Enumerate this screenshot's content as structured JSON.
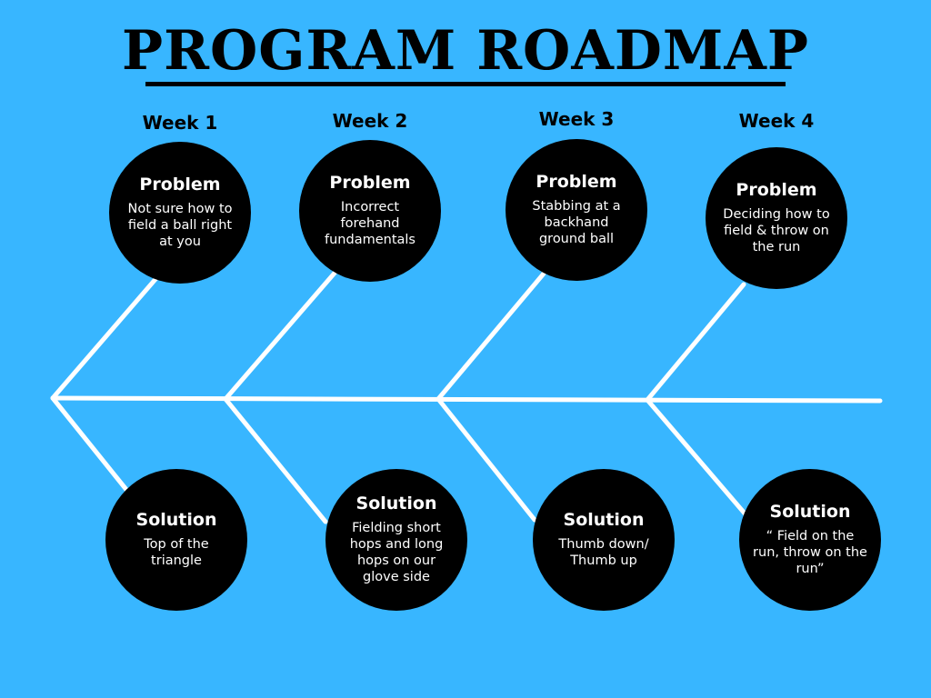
{
  "title": "PROGRAM ROADMAP",
  "colors": {
    "background": "#38b6ff",
    "node": "#000000",
    "line": "#ffffff",
    "text_on_node": "#ffffff"
  },
  "weeks": [
    {
      "label": "Week 1",
      "problem": {
        "heading": "Problem",
        "text": "Not sure how to field a ball right at you"
      },
      "solution": {
        "heading": "Solution",
        "text": "Top of the triangle"
      }
    },
    {
      "label": "Week 2",
      "problem": {
        "heading": "Problem",
        "text": "Incorrect forehand fundamentals"
      },
      "solution": {
        "heading": "Solution",
        "text": "Fielding short hops and long hops on our glove side"
      }
    },
    {
      "label": "Week 3",
      "problem": {
        "heading": "Problem",
        "text": "Stabbing at a backhand ground ball"
      },
      "solution": {
        "heading": "Solution",
        "text": "Thumb down/ Thumb up"
      }
    },
    {
      "label": "Week 4",
      "problem": {
        "heading": "Problem",
        "text": "Deciding how to field & throw on the run"
      },
      "solution": {
        "heading": "Solution",
        "text": "“ Field on the run, throw on the run”"
      }
    }
  ]
}
